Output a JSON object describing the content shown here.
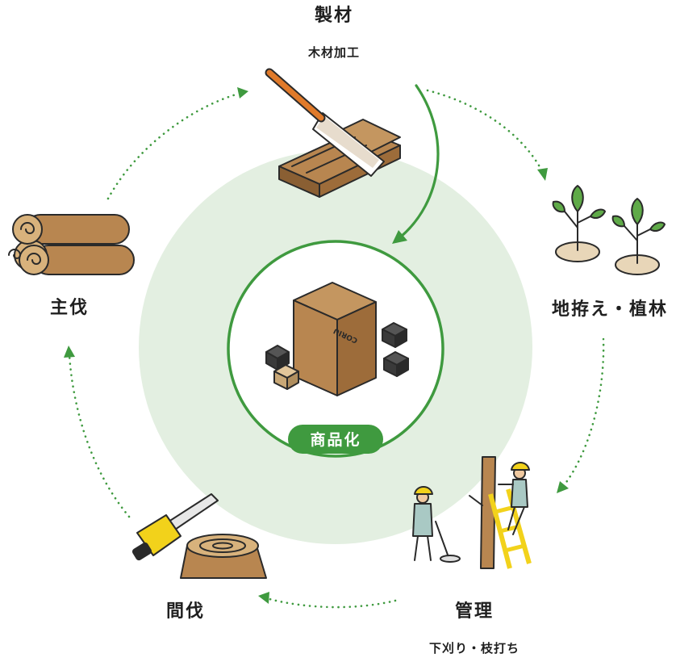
{
  "center": {
    "label": "商品化"
  },
  "stages": {
    "seizai": {
      "title": "製材",
      "subtitle": "木材加工"
    },
    "shokurin": {
      "title": "地拵え・植林"
    },
    "kanri": {
      "title": "管理",
      "subtitle": "下刈り・枝打ち"
    },
    "kanbatsu": {
      "title": "間伐"
    },
    "shubatsu": {
      "title": "主伐"
    }
  },
  "box_logo": {
    "text": "CORIU"
  },
  "colors": {
    "green": "#3f9a3f",
    "pale_green": "#e3efe1",
    "wood": "#b88650",
    "wood_dark": "#8a5f33",
    "leaf": "#5faa48",
    "yellow": "#f2d21b"
  }
}
